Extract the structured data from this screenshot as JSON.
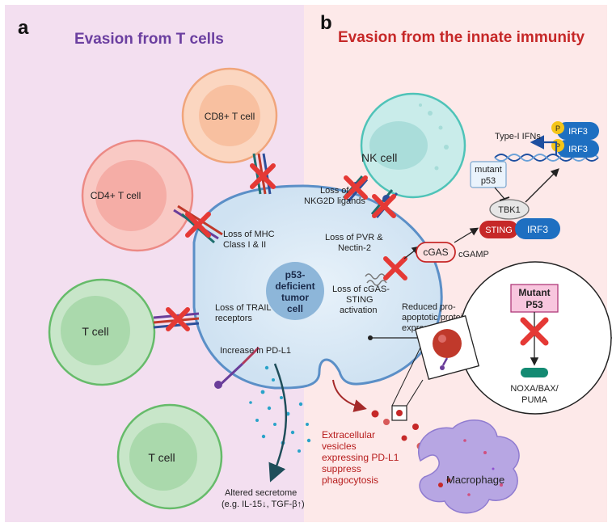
{
  "panel_a": {
    "letter": "a",
    "title": "Evasion from T cells",
    "cells": {
      "cd8": "CD8+ T cell",
      "cd4": "CD4+ T cell",
      "t1": "T cell",
      "t2": "T cell"
    },
    "tumor": {
      "line1": "p53-",
      "line2": "deficient",
      "line3": "tumor",
      "line4": "cell"
    },
    "labels": {
      "mhc_1": "Loss of MHC",
      "mhc_2": "Class I & II",
      "trail_1": "Loss of TRAIL",
      "trail_2": "receptors",
      "pdl1": "Increase in PD-L1",
      "secretome_1": "Altered secretome",
      "secretome_2": "(e.g. IL-15↓, TGF-β↑)"
    }
  },
  "panel_b": {
    "letter": "b",
    "title": "Evasion from the innate immunity",
    "nk_cell": "NK cell",
    "labels": {
      "nkg2d_1": "Loss of",
      "nkg2d_2": "NKG2D ligands",
      "pvr_1": "Loss of PVR &",
      "pvr_2": "Nectin-2",
      "cgas_sting_1": "Loss of cGAS-",
      "cgas_sting_2": "STING",
      "cgas_sting_3": "activation",
      "proapop_1": "Reduced pro-",
      "proapop_2": "apoptotic protein",
      "proapop_3": "expression",
      "ev_1": "Extracellular",
      "ev_2": "vesicles",
      "ev_3": "expressing PD-L1",
      "ev_4": "suppress",
      "ev_5": "phagocytosis"
    },
    "pathway": {
      "cgas": "cGAS",
      "cgamp": "cGAMP",
      "sting": "STING",
      "irf3": "IRF3",
      "tbk1": "TBK1",
      "mutant_p53_1": "mutant",
      "mutant_p53_2": "p53",
      "type1_ifns": "Type-I IFNs",
      "p": "P"
    },
    "inset": {
      "mutant_1": "Mutant",
      "mutant_2": "P53",
      "genes_1": "NOXA/BAX/",
      "genes_2": "PUMA"
    },
    "macrophage": "Macrophage"
  },
  "colors": {
    "panel_a_bg": "#f3dff0",
    "panel_b_bg": "#fde9e9",
    "title_a": "#6b3fa0",
    "title_b": "#c62828",
    "tumor_fill": "#d6e8f5",
    "tumor_stroke": "#5b8fc7",
    "nucleus": "#8db6d9",
    "t_cell": "#c8e6c9",
    "t_cell_stroke": "#66bb6a",
    "cd4": "#f9c9c4",
    "cd8": "#fbd6c0",
    "nk": "#c9ecea",
    "cross": "#e53935",
    "irf3": "#1e6fc1",
    "sting": "#c62828",
    "macrophage": "#b7a6e3",
    "ev_text": "#b71c1c",
    "inset_pink": "#f8c6de"
  }
}
